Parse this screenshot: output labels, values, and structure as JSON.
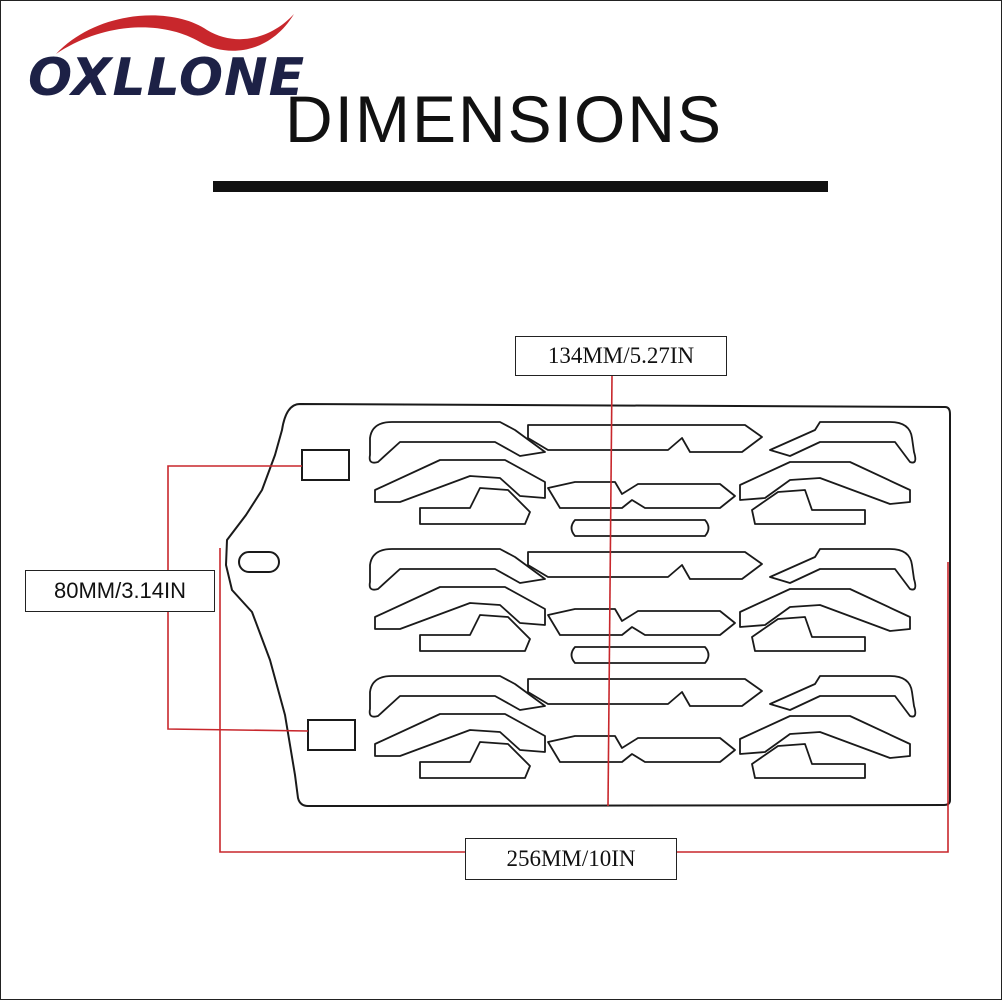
{
  "brand": {
    "name": "OXLLONE",
    "accent_color": "#c8272c",
    "text_color": "#1d2146"
  },
  "title": "DIMENSIONS",
  "dimensions": {
    "width": "134MM/5.27IN",
    "height": "80MM/3.14IN",
    "length": "256MM/10IN"
  },
  "colors": {
    "dimension_line": "#c8272c",
    "outline": "#1a1a1a"
  }
}
